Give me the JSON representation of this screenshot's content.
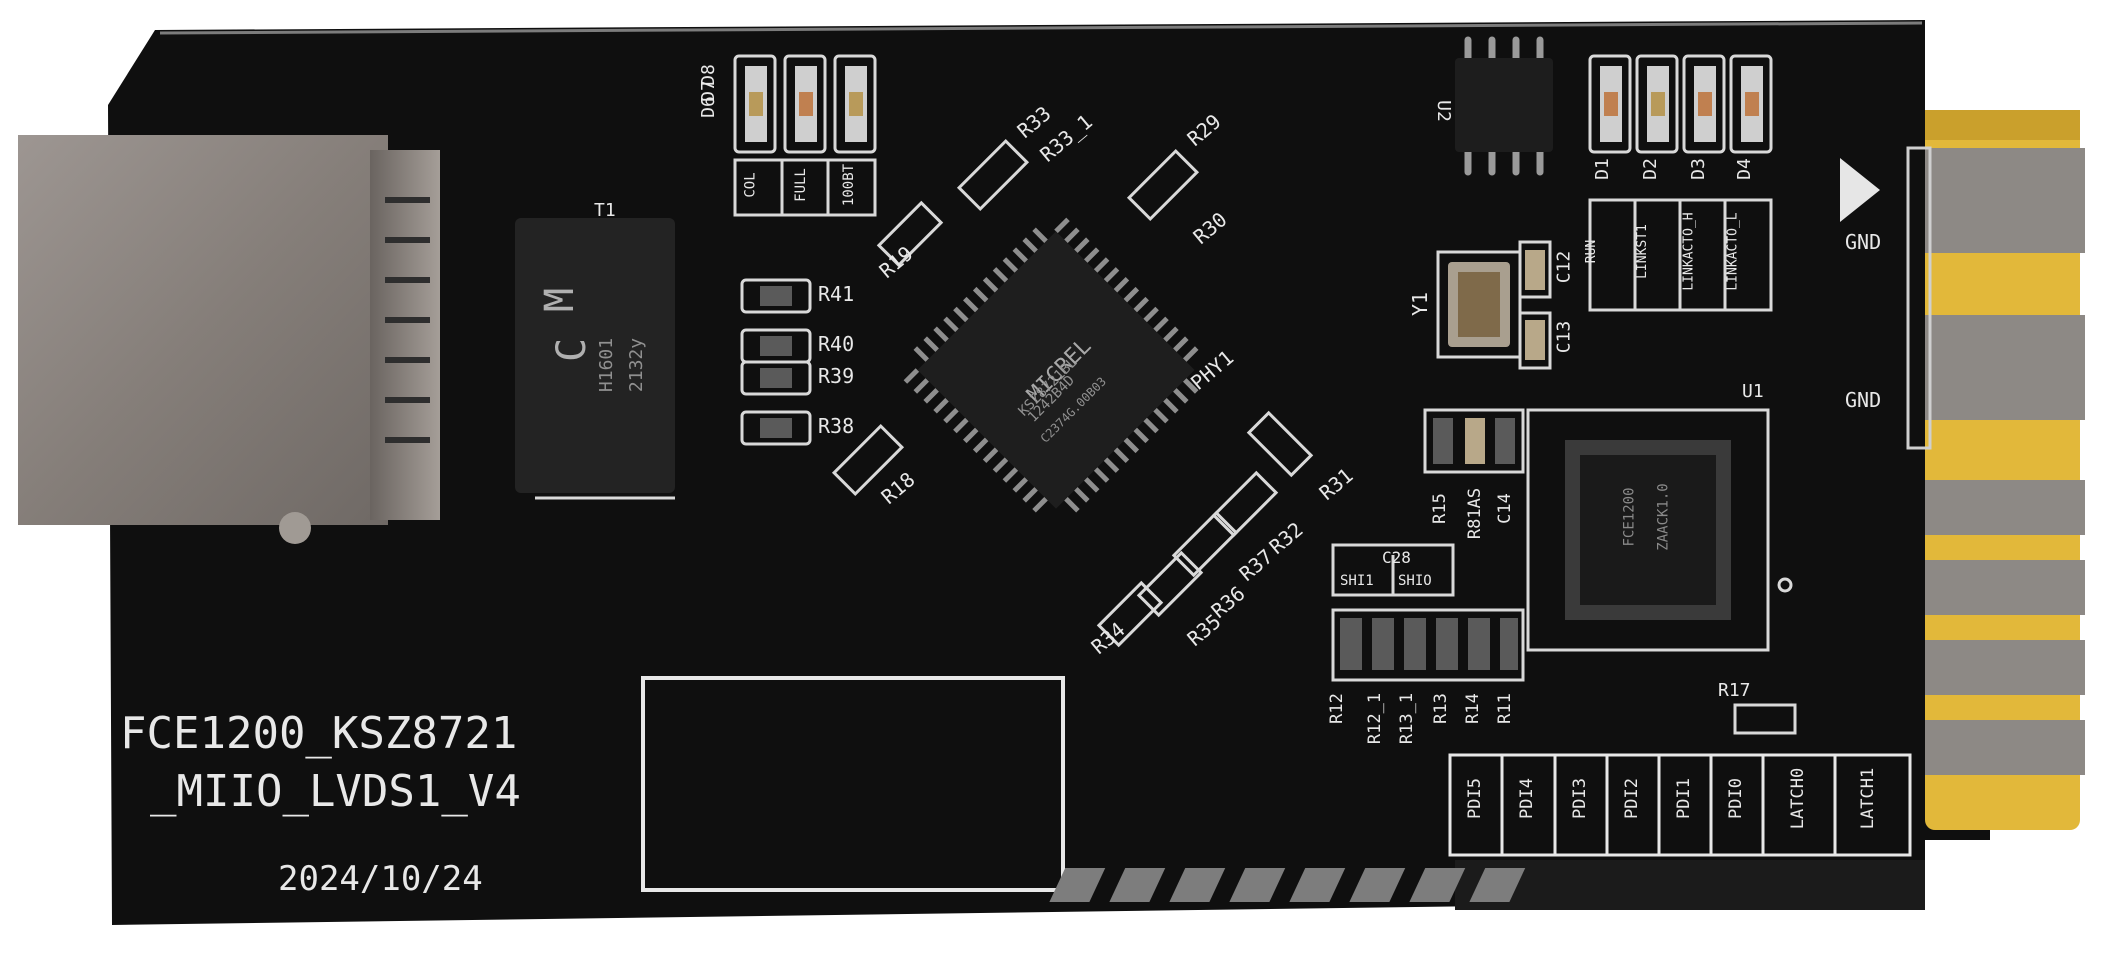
{
  "board": {
    "name_line1": "FCE1200_KSZ8721",
    "name_line2": "_MIIO_LVDS1_V4",
    "date": "2024/10/24"
  },
  "designators": {
    "t1": "T1",
    "r41": "R41",
    "r40": "R40",
    "r39": "R39",
    "r38": "R38",
    "r33": "R33",
    "r33_1": "R33_1",
    "r29": "R29",
    "r30": "R30",
    "r19": "R19",
    "r18": "R18",
    "phy1": "PHY1",
    "r31": "R31",
    "r32": "R32",
    "r37": "R37",
    "r36": "R36",
    "r35": "R35",
    "r34": "R34",
    "d6": "D6",
    "d7": "D7",
    "d8": "D8",
    "u2": "U2",
    "y1": "Y1",
    "c12": "C12",
    "c13": "C13",
    "d1": "D1",
    "d2": "D2",
    "d3": "D3",
    "d4": "D4",
    "u1": "U1",
    "r15": "R15",
    "r81as": "R81AS",
    "c14": "C14",
    "c28": "C28",
    "r12": "R12",
    "r12_1": "R12_1",
    "r13_1": "R13_1",
    "r13": "R13",
    "r14": "R14",
    "r11": "R11",
    "r17": "R17"
  },
  "led_labels": [
    "COL",
    "FULL",
    "100BT"
  ],
  "status_labels": [
    "RUN",
    "LINKST1",
    "LINKACTO_H",
    "LINKACTO_L"
  ],
  "switch_labels": [
    "SHI1",
    "SHIO"
  ],
  "header_labels": [
    "PDI5",
    "PDI4",
    "PDI3",
    "PDI2",
    "PDI1",
    "PDI0",
    "LATCH0",
    "LATCH1"
  ],
  "edge_labels": [
    "GND",
    "GND"
  ],
  "chip_markings": {
    "transformer": [
      "M",
      "C",
      "H1601",
      "2132y"
    ],
    "phy": [
      "MICREL",
      "KSZ8721BL",
      "1242B4D",
      "C2374G.00B03"
    ],
    "mcu": [
      "FCE1200",
      "ZAACK1.0"
    ]
  },
  "colors": {
    "pcb": "#0f0f0f",
    "silkscreen": "#e8e8e8",
    "gold_finger": "#e2b83a",
    "connector_metal": "#8c8580"
  }
}
